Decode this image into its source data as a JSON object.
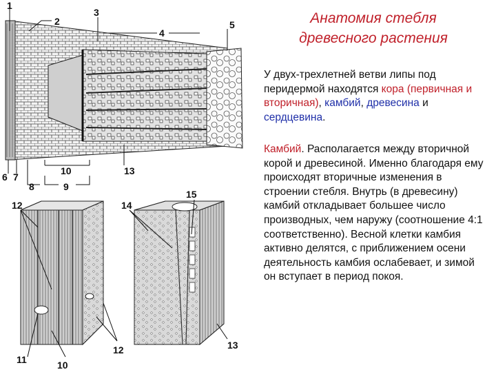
{
  "slide": {
    "title_line1": "Анатомия стебля",
    "title_line2": "древесного растения",
    "paragraph1": {
      "t1": "У двух-трехлетней ветви липы под перидермой находятся ",
      "kora": "кора",
      "t2": " ",
      "kora_types": "(первичная и вторичная)",
      "t3": ", ",
      "cambium": "камбий",
      "t4": ", ",
      "wood": "древесина",
      "t5": " и ",
      "pith": "сердцевина",
      "t6": "."
    },
    "paragraph2": {
      "term": "Камбий",
      "text": ". Располагается между вторичной корой и древесиной. Именно благодаря ему происходят вторичные изменения в строении стебля. Внутрь (в древесину) камбий откладывает большее число производных, чем наружу (соотношение 4:1 соответственно). Весной клетки камбия активно делятся, с приближением осени деятельность камбия ослабевает, и зимой он вступает в период покоя."
    }
  },
  "figure": {
    "labels": {
      "n1": "1",
      "n2": "2",
      "n3": "3",
      "n4": "4",
      "n5": "5",
      "n6": "6",
      "n7": "7",
      "n8": "8",
      "n9": "9",
      "n10": "10",
      "n11": "11",
      "n12": "12",
      "n13": "13",
      "n14": "14",
      "n15": "15"
    }
  }
}
